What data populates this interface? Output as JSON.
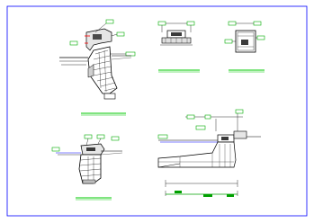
{
  "drawing": {
    "sheet": {
      "background": "#ffffff",
      "frame_color": "#0000ff",
      "ink_color": "#000000",
      "title_line_color": "#00c800",
      "dimension_color": "#00a000",
      "label_color": "#00aa00",
      "water_color": "#0000ff",
      "section_accent_color": "#ff0000"
    },
    "details": [
      {
        "id": "retaining-wall-section",
        "caption": "",
        "title_underline": true
      },
      {
        "id": "railing-elevation",
        "caption": "",
        "title_underline": true
      },
      {
        "id": "coping-section",
        "caption": "",
        "title_underline": true
      },
      {
        "id": "wall-footing-section",
        "caption": "",
        "title_underline": true
      },
      {
        "id": "revetment-profile",
        "caption": "",
        "title_underline": true
      }
    ]
  }
}
